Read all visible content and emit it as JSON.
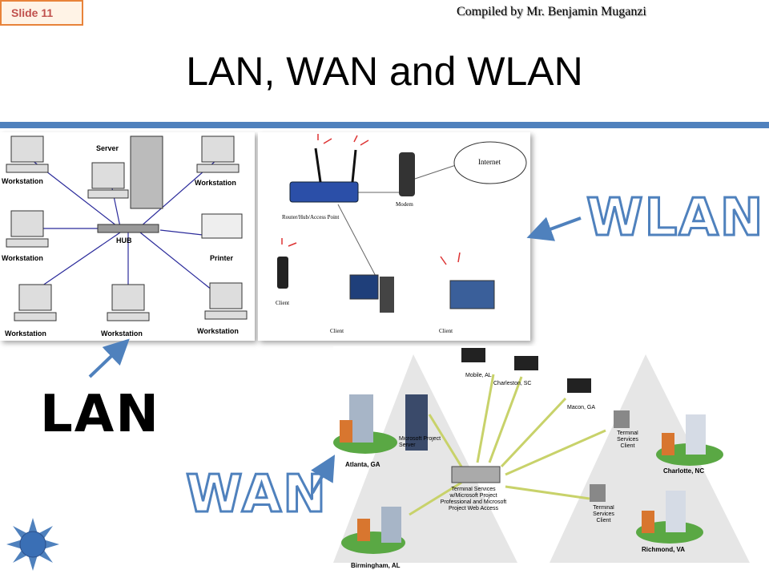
{
  "slide_label": "Slide 11",
  "compiled_by": "Compiled by Mr. Benjamin Muganzi",
  "title": "LAN, WAN and WLAN",
  "labels": {
    "wlan": "WLAN",
    "lan": "LAN",
    "wan": "WAN"
  },
  "lan_diagram": {
    "server": "Server",
    "hub": "HUB",
    "printer": "Printer",
    "workstation": "Workstation"
  },
  "wlan_diagram": {
    "router": "Router/Hub/Access Point",
    "modem": "Modem",
    "internet": "Internet",
    "client": "Client"
  },
  "wan_diagram": {
    "atlanta": "Atlanta, GA",
    "birmingham": "Birmingham, AL",
    "charlotte": "Charlotte, NC",
    "richmond": "Richmond, VA",
    "mobile": "Mobile, AL",
    "charleston": "Charleston, SC",
    "macon": "Macon, GA",
    "project_server": "Microsoft Project Server",
    "terminal_services": "Terminal Services w/Microsoft Project Professional and Microsoft Project Web Access",
    "terminal_client": "Terminal Services Client"
  },
  "colors": {
    "accent": "#4f81bd",
    "slide_border": "#e8833a",
    "slide_text": "#c0504d"
  },
  "icons": {
    "nav": "star-icon"
  }
}
